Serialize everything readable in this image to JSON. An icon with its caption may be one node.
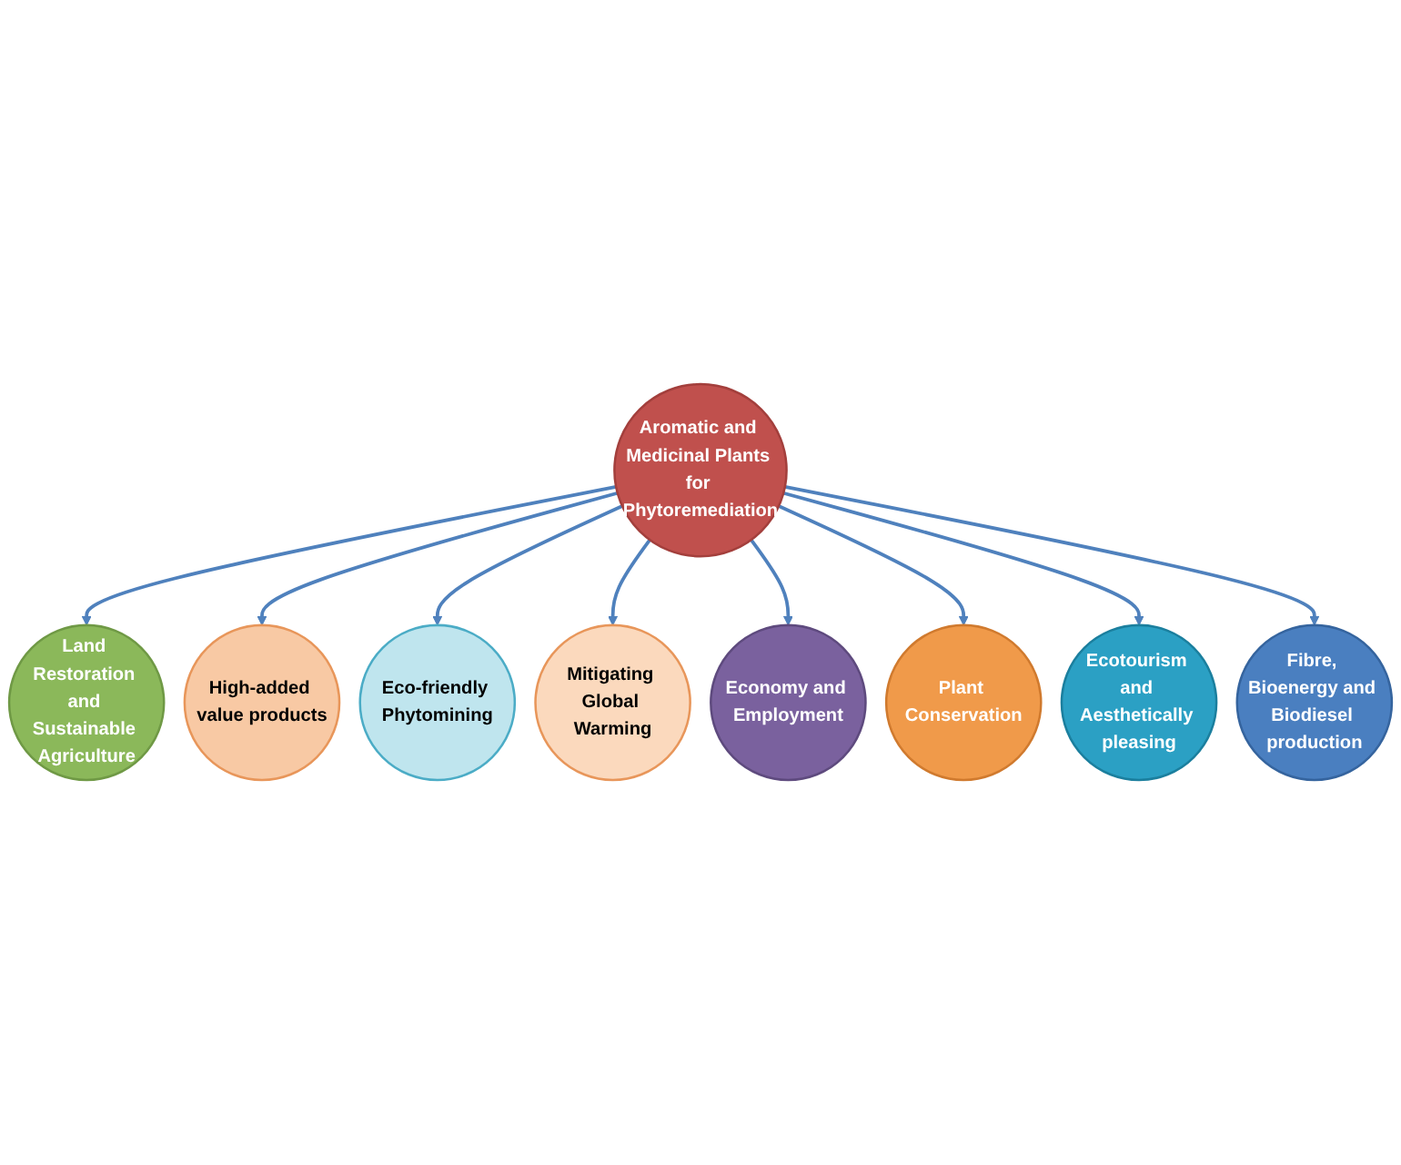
{
  "diagram": {
    "nodes": [
      {
        "text": [
          "Aromatic and Medicinal Plants for Phytoremediation"
        ]
      },
      {
        "text": [
          "Land Restoration and Sustainable Agriculture"
        ]
      },
      {
        "text": [
          "High-added value products"
        ]
      },
      {
        "text": [
          "Eco-friendly Phytomining"
        ]
      },
      {
        "text": [
          "Mitigating Global Warming"
        ]
      },
      {
        "text": [
          "Economy and Employment"
        ]
      },
      {
        "text": [
          "Plant Conservation"
        ]
      },
      {
        "text": [
          "Ecotourism and Aesthetically pleasing"
        ]
      },
      {
        "text": [
          "Fibre, Bioenergy and Biodiesel production"
        ]
      }
    ],
    "edges": [
      {
        "from": 0,
        "to": 1,
        "arrow": "to"
      },
      {
        "from": 0,
        "to": 2,
        "arrow": "to"
      },
      {
        "from": 0,
        "to": 3,
        "arrow": "to"
      },
      {
        "from": 0,
        "to": 4,
        "arrow": "to"
      },
      {
        "from": 0,
        "to": 5,
        "arrow": "to"
      },
      {
        "from": 0,
        "to": 6,
        "arrow": "to"
      },
      {
        "from": 0,
        "to": 7,
        "arrow": "to"
      },
      {
        "from": 0,
        "to": 8,
        "arrow": "to"
      }
    ]
  }
}
